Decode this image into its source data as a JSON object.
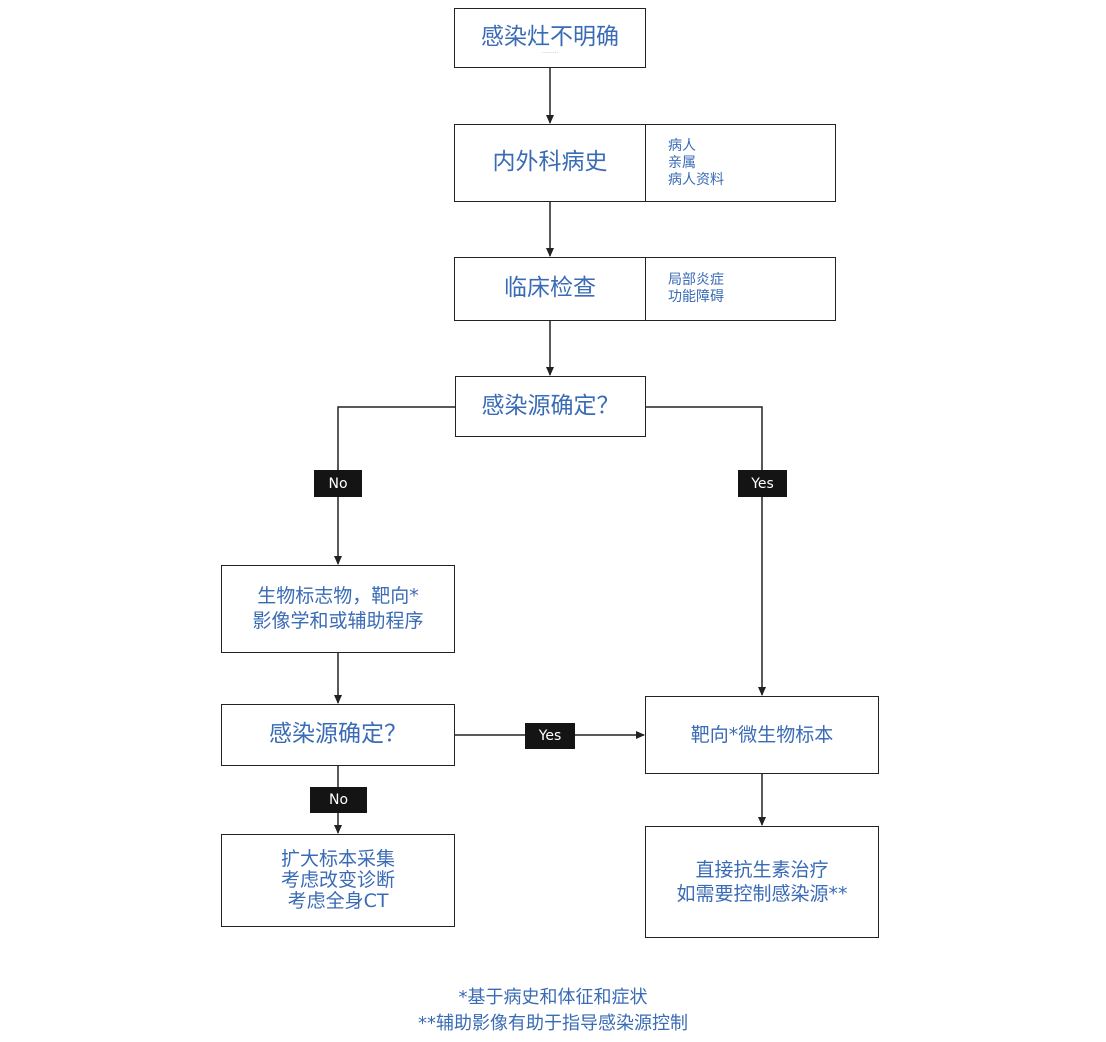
{
  "nodes": {
    "start": {
      "label": "感染灶不明确",
      "sublabel": "·········"
    },
    "history": {
      "label": "内外科病史",
      "notes": [
        "病人",
        "亲属",
        "病人资料"
      ]
    },
    "exam": {
      "label": "临床检查",
      "notes": [
        "局部炎症",
        "功能障碍"
      ]
    },
    "decision1": {
      "label": "感染源确定？"
    },
    "biomarkers": {
      "lines": [
        "生物标志物，靶向*",
        "影像学和或辅助程序"
      ]
    },
    "decision2": {
      "label": "感染源确定？"
    },
    "expand": {
      "lines": [
        "扩大标本采集",
        "考虑改变诊断",
        "考虑全身CT"
      ]
    },
    "specimen": {
      "label": "靶向*微生物标本"
    },
    "treatment": {
      "lines": [
        "直接抗生素治疗",
        "如需要控制感染源**"
      ]
    }
  },
  "tags": {
    "no1": "No",
    "yes1": "Yes",
    "yes2": "Yes",
    "no2": "No"
  },
  "footnotes": [
    "*基于病史和体征和症状",
    "**辅助影像有助于指导感染源控制"
  ]
}
